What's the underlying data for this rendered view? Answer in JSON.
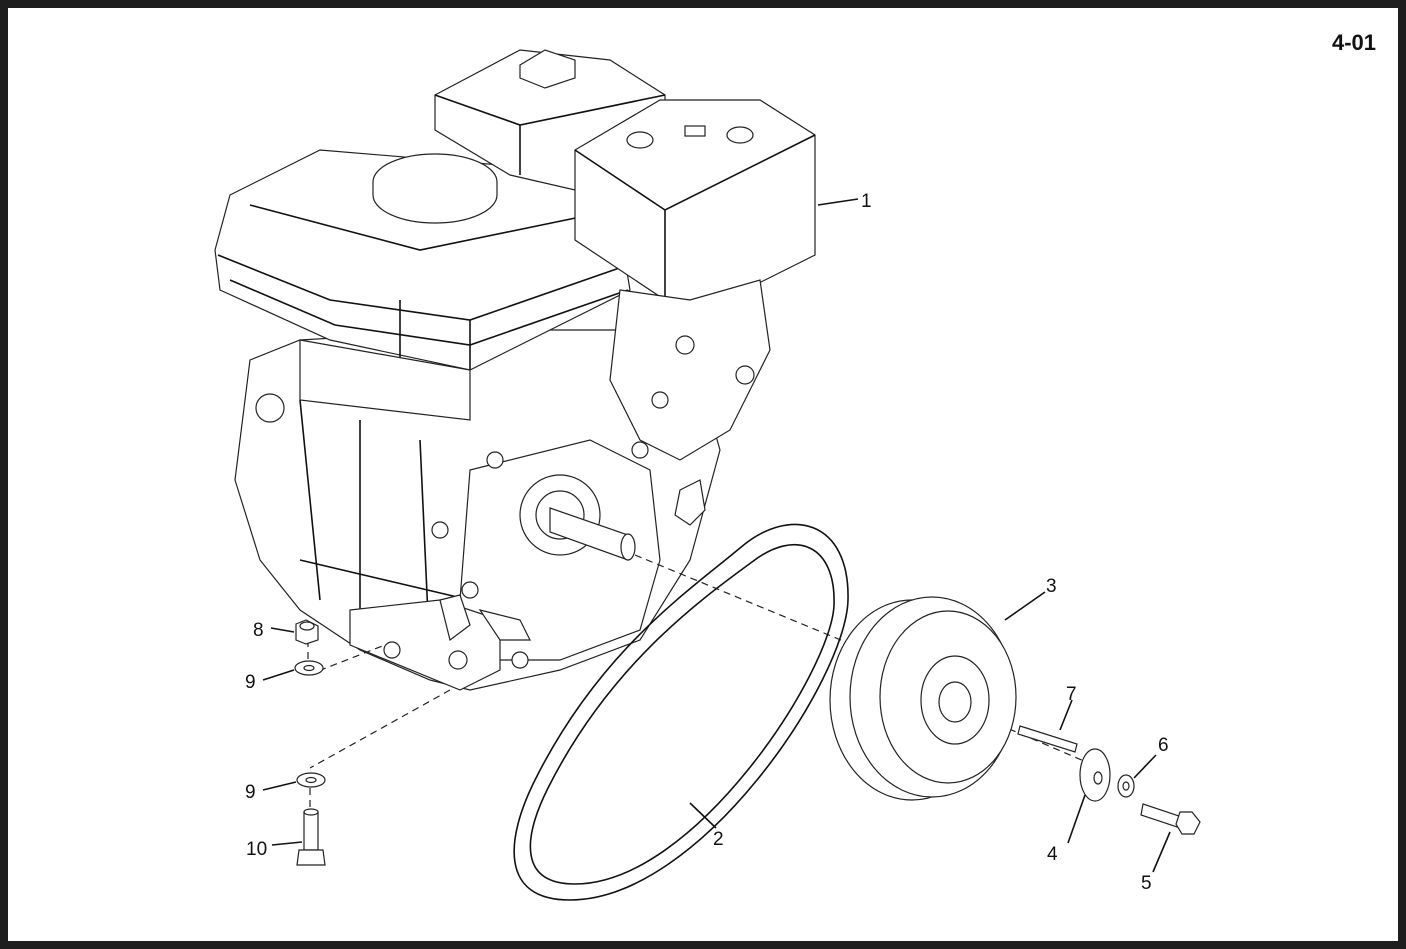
{
  "page_number": "4-01",
  "callouts": [
    {
      "id": "c1",
      "label": "1"
    },
    {
      "id": "c2",
      "label": "2"
    },
    {
      "id": "c3",
      "label": "3"
    },
    {
      "id": "c4",
      "label": "4"
    },
    {
      "id": "c5",
      "label": "5"
    },
    {
      "id": "c6",
      "label": "6"
    },
    {
      "id": "c7",
      "label": "7"
    },
    {
      "id": "c8",
      "label": "8"
    },
    {
      "id": "c9a",
      "label": "9"
    },
    {
      "id": "c9b",
      "label": "9"
    },
    {
      "id": "c10",
      "label": "10"
    }
  ]
}
